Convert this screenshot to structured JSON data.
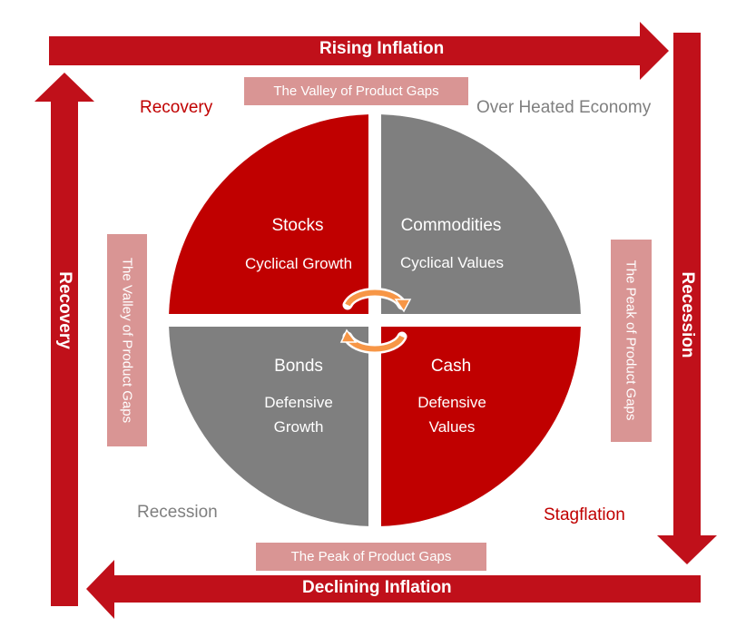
{
  "colors": {
    "red": "#c00000",
    "gray": "#7f7f7f",
    "pink": "#d99594",
    "arrow": "#c0101a",
    "cycle": "#f79646"
  },
  "arrows": {
    "top": "Rising Inflation",
    "bottom": "Declining Inflation",
    "left": "Recovery",
    "right": "Recession"
  },
  "phases": {
    "top_left": "Recovery",
    "top_right": "Over Heated Economy",
    "bottom_left": "Recession",
    "bottom_right": "Stagflation"
  },
  "gap_boxes": {
    "top": "The Valley of Product Gaps",
    "bottom": "The Peak of Product Gaps",
    "left": "The Valley of Product Gaps",
    "right": "The Peak of Product Gaps"
  },
  "quadrants": {
    "top_left": {
      "title": "Stocks",
      "line1": "Cyclical Growth",
      "line2": ""
    },
    "top_right": {
      "title": "Commodities",
      "line1": "Cyclical Values",
      "line2": ""
    },
    "bottom_left": {
      "title": "Bonds",
      "line1": "Defensive",
      "line2": "Growth"
    },
    "bottom_right": {
      "title": "Cash",
      "line1": "Defensive",
      "line2": "Values"
    }
  }
}
